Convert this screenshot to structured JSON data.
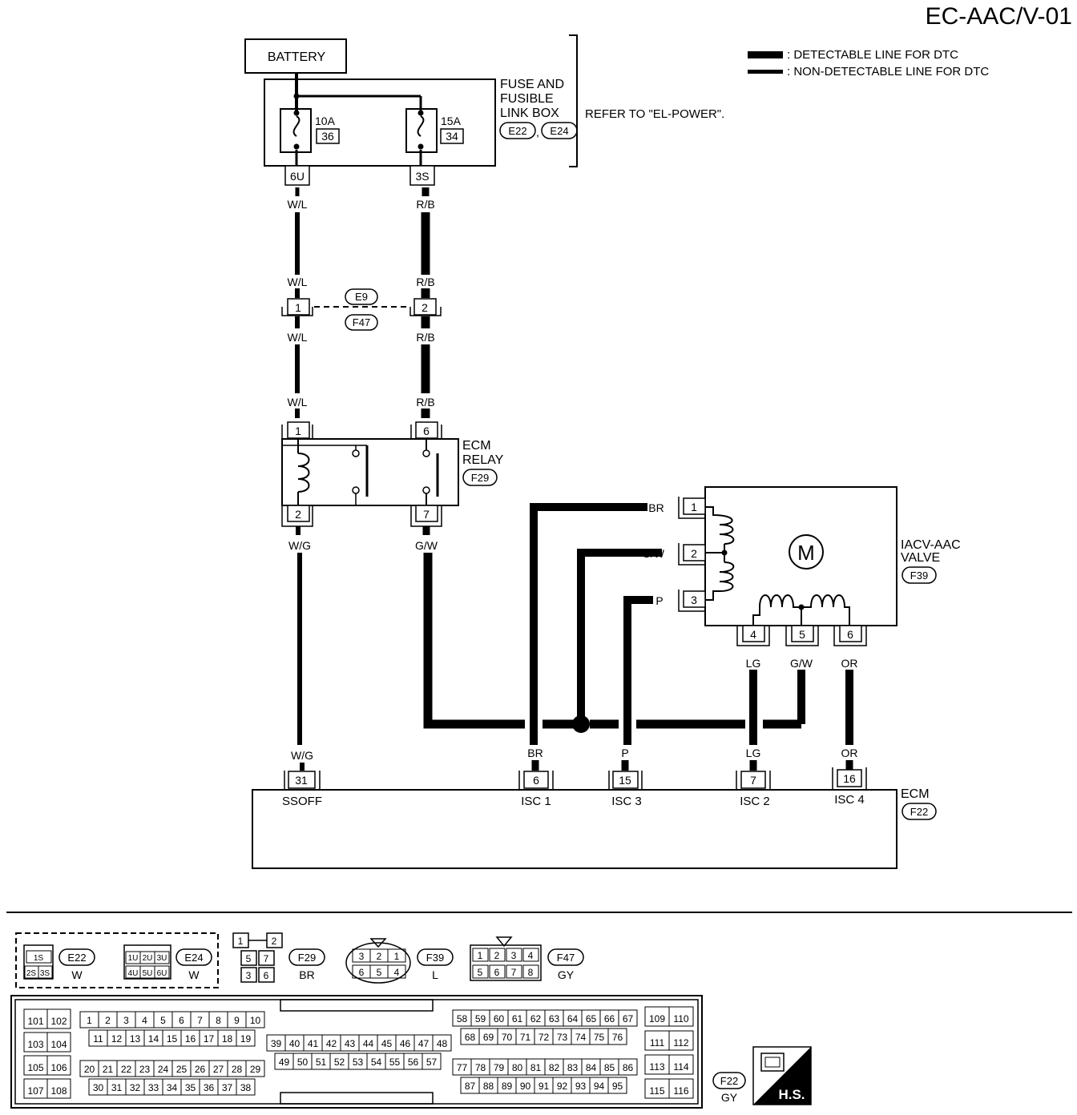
{
  "page_title": "EC-AAC/V-01",
  "legend": {
    "detectable": ": DETECTABLE LINE FOR DTC",
    "non_detectable": ": NON-DETECTABLE LINE FOR DTC"
  },
  "battery": {
    "label": "BATTERY"
  },
  "fuse_box": {
    "title_lines": [
      "FUSE AND",
      "FUSIBLE",
      "LINK BOX"
    ],
    "connectors": [
      "E22",
      "E24"
    ],
    "comma": ",",
    "refer": "REFER TO \"EL-POWER\".",
    "fuse_left": {
      "amp": "10A",
      "num": "36",
      "terminal": "6U"
    },
    "fuse_right": {
      "amp": "15A",
      "num": "34",
      "terminal": "3S"
    }
  },
  "wires": {
    "w_l": "W/L",
    "r_b": "R/B",
    "w_g": "W/G",
    "g_w": "G/W",
    "br": "BR",
    "p": "P",
    "lg": "LG",
    "or": "OR"
  },
  "joint_connector": {
    "pin_left": "1",
    "pin_right": "2",
    "conn_top": "E9",
    "conn_bottom": "F47"
  },
  "ecm_relay": {
    "title_lines": [
      "ECM",
      "RELAY"
    ],
    "connector": "F29",
    "pins": {
      "p1": "1",
      "p6": "6",
      "p2": "2",
      "p7": "7"
    }
  },
  "iacv": {
    "title_lines": [
      "IACV-AAC",
      "VALVE"
    ],
    "connector": "F39",
    "motor": "M",
    "pins": [
      "1",
      "2",
      "3",
      "4",
      "5",
      "6"
    ]
  },
  "ecm": {
    "label": "ECM",
    "connector": "F22",
    "terminals": [
      {
        "pin": "31",
        "name": "SSOFF"
      },
      {
        "pin": "6",
        "name": "ISC 1"
      },
      {
        "pin": "15",
        "name": "ISC 3"
      },
      {
        "pin": "7",
        "name": "ISC 2"
      },
      {
        "pin": "16",
        "name": "ISC 4"
      }
    ]
  },
  "connector_views": {
    "e22": {
      "code": "E22",
      "color": "W",
      "cells": [
        "1S",
        "2S",
        "3S"
      ]
    },
    "e24": {
      "code": "E24",
      "color": "W",
      "cells": [
        "1U",
        "2U",
        "3U",
        "4U",
        "5U",
        "6U"
      ]
    },
    "f29": {
      "code": "F29",
      "color": "BR",
      "cells": [
        "1",
        "2",
        "5",
        "7",
        "3",
        "6"
      ]
    },
    "f39": {
      "code": "F39",
      "color": "L",
      "cells": [
        "3",
        "2",
        "1",
        "6",
        "5",
        "4"
      ]
    },
    "f47": {
      "code": "F47",
      "color": "GY",
      "cells": [
        "1",
        "2",
        "3",
        "4",
        "5",
        "6",
        "7",
        "8"
      ]
    },
    "f22": {
      "code": "F22",
      "color": "GY"
    }
  },
  "hs_label": "H.S."
}
